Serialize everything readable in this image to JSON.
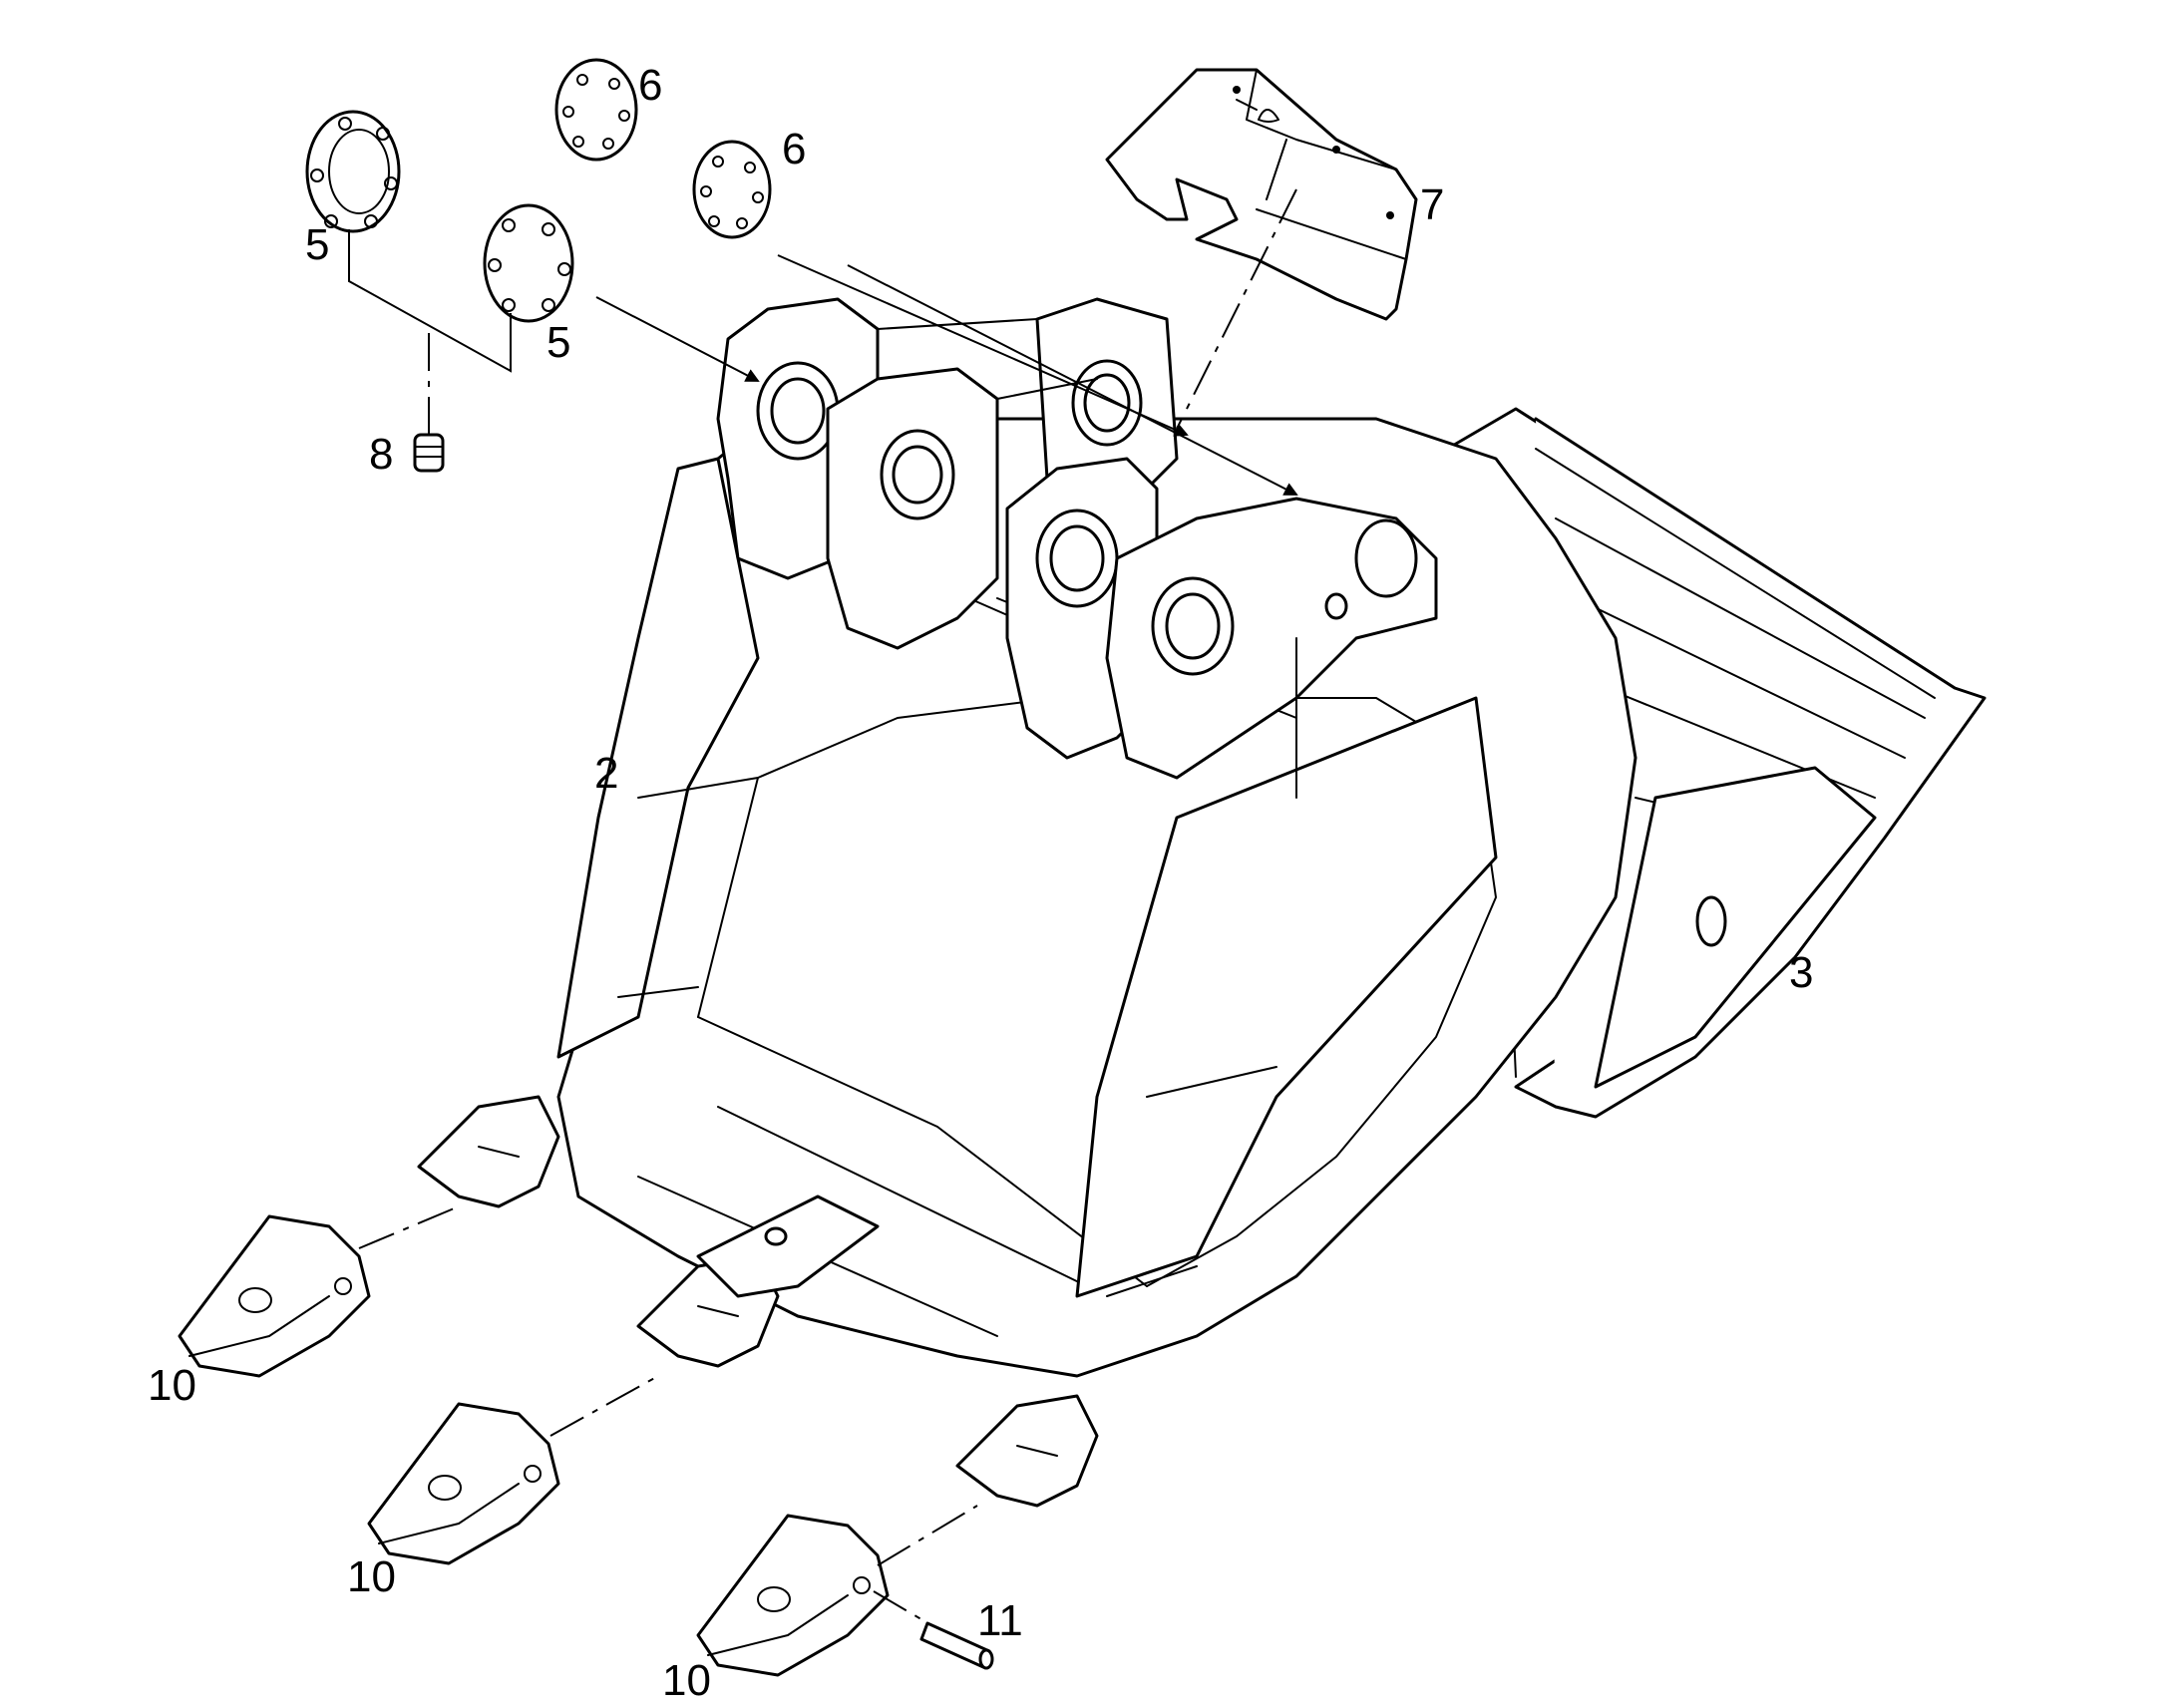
{
  "diagram": {
    "callouts": [
      {
        "id": "c5a",
        "text": "5"
      },
      {
        "id": "c5b",
        "text": "5"
      },
      {
        "id": "c6a",
        "text": "6"
      },
      {
        "id": "c6b",
        "text": "6"
      },
      {
        "id": "c7",
        "text": "7"
      },
      {
        "id": "c8",
        "text": "8"
      },
      {
        "id": "c2",
        "text": "2"
      },
      {
        "id": "c3",
        "text": "3"
      },
      {
        "id": "c10a",
        "text": "10"
      },
      {
        "id": "c10b",
        "text": "10"
      },
      {
        "id": "c10c",
        "text": "10"
      },
      {
        "id": "c11",
        "text": "11"
      }
    ],
    "parts": [
      "bucket-body",
      "side-cutter",
      "bushing-cover",
      "cover-plate",
      "guard-plate",
      "grease-plug",
      "tooth-tip",
      "tooth-pin"
    ]
  }
}
